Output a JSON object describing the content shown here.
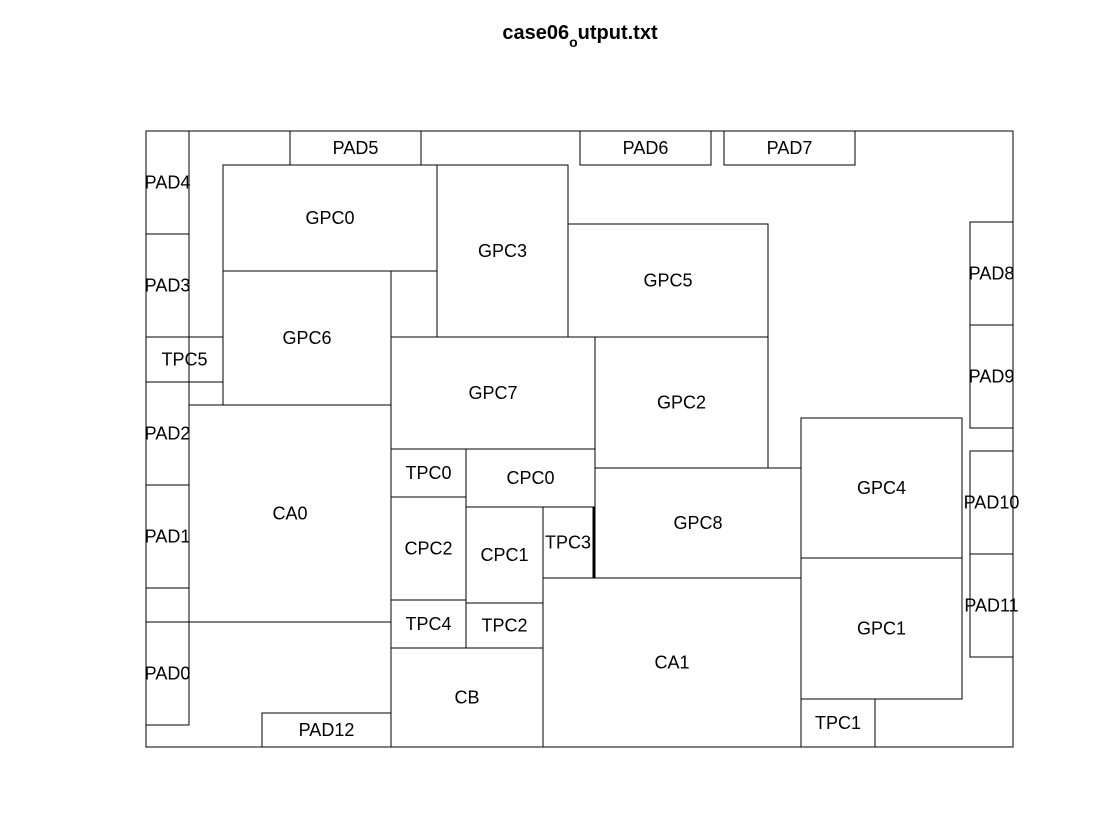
{
  "title": {
    "main": "case06",
    "sub": "o",
    "rest": "utput.txt"
  },
  "blocks": [
    {
      "id": "PAD4",
      "label": "PAD4"
    },
    {
      "id": "PAD3",
      "label": "PAD3"
    },
    {
      "id": "TPC5",
      "label": "TPC5"
    },
    {
      "id": "PAD2",
      "label": "PAD2"
    },
    {
      "id": "PAD1",
      "label": "PAD1"
    },
    {
      "id": "PAD0",
      "label": "PAD0"
    },
    {
      "id": "PAD5",
      "label": "PAD5"
    },
    {
      "id": "PAD6",
      "label": "PAD6"
    },
    {
      "id": "PAD7",
      "label": "PAD7"
    },
    {
      "id": "GPC0",
      "label": "GPC0"
    },
    {
      "id": "GPC3",
      "label": "GPC3"
    },
    {
      "id": "GPC5",
      "label": "GPC5"
    },
    {
      "id": "GPC6",
      "label": "GPC6"
    },
    {
      "id": "GPC7",
      "label": "GPC7"
    },
    {
      "id": "GPC2",
      "label": "GPC2"
    },
    {
      "id": "CA0",
      "label": "CA0"
    },
    {
      "id": "TPC0",
      "label": "TPC0"
    },
    {
      "id": "CPC0",
      "label": "CPC0"
    },
    {
      "id": "CPC2",
      "label": "CPC2"
    },
    {
      "id": "CPC1",
      "label": "CPC1"
    },
    {
      "id": "TPC3",
      "label": "TPC3"
    },
    {
      "id": "GPC8",
      "label": "GPC8"
    },
    {
      "id": "TPC4",
      "label": "TPC4"
    },
    {
      "id": "TPC2",
      "label": "TPC2"
    },
    {
      "id": "CB",
      "label": "CB"
    },
    {
      "id": "CA1",
      "label": "CA1"
    },
    {
      "id": "GPC4",
      "label": "GPC4"
    },
    {
      "id": "GPC1",
      "label": "GPC1"
    },
    {
      "id": "TPC1",
      "label": "TPC1"
    },
    {
      "id": "PAD8",
      "label": "PAD8"
    },
    {
      "id": "PAD9",
      "label": "PAD9"
    },
    {
      "id": "PAD10",
      "label": "PAD10"
    },
    {
      "id": "PAD11",
      "label": "PAD11"
    },
    {
      "id": "PAD12",
      "label": "PAD12"
    }
  ]
}
